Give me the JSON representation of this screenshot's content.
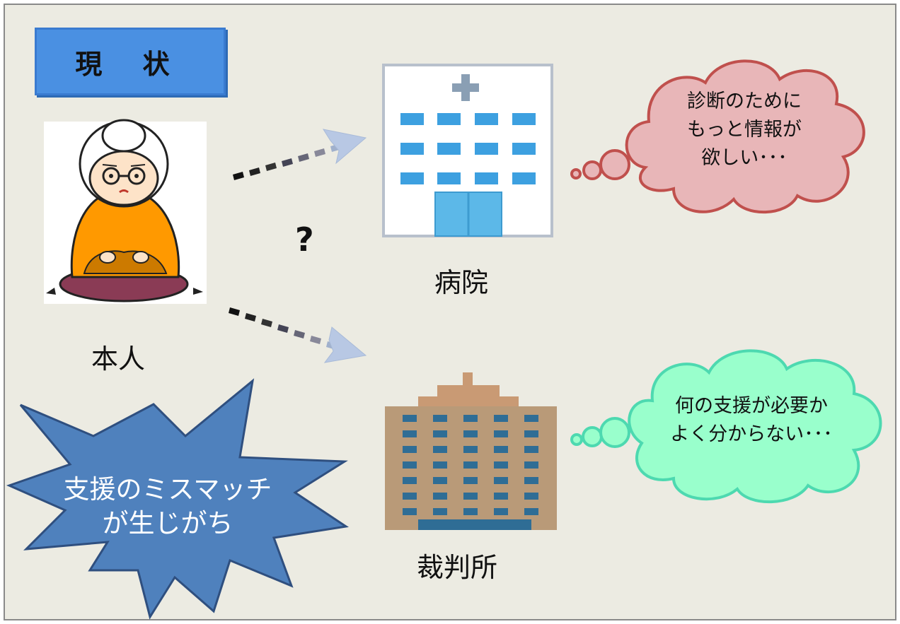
{
  "header": {
    "status_label": "現 状"
  },
  "person": {
    "label": "本人"
  },
  "question_mark": "?",
  "hospital": {
    "label": "病院",
    "thought_lines": [
      "診断のために",
      "もっと情報が",
      "欲しい･･･"
    ]
  },
  "court": {
    "label": "裁判所",
    "thought_lines": [
      "何の支援が必要か",
      "よく分からない･･･"
    ]
  },
  "burst": {
    "lines": [
      "支援のミスマッチ",
      "が生じがち"
    ]
  },
  "colors": {
    "background": "#ecebe2",
    "status_box": "#4a90e2",
    "hospital_cloud": "#e8b6b8",
    "hospital_cloud_border": "#c0504d",
    "court_cloud": "#99ffcc",
    "court_cloud_border": "#4dd9b0",
    "burst": "#4f81bd"
  }
}
